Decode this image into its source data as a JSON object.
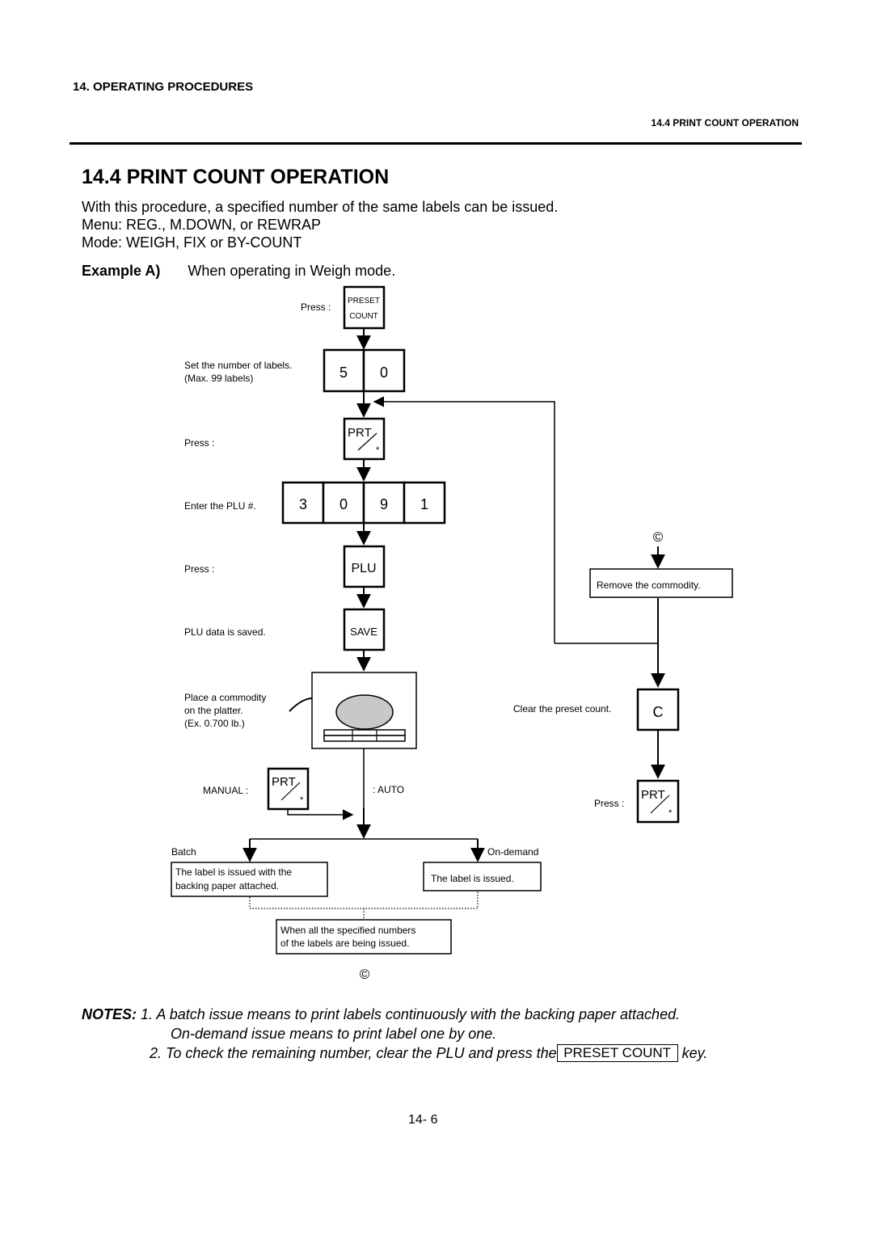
{
  "header": {
    "chapter": "14.  OPERATING PROCEDURES",
    "section_ref": "14.4 PRINT COUNT OPERATION"
  },
  "page_title": "14.4   PRINT COUNT OPERATION",
  "intro": {
    "line1": "With this procedure, a specified number of the same labels can be issued.",
    "line2": "Menu:  REG., M.DOWN, or REWRAP",
    "line3": "Mode:  WEIGH, FIX or BY-COUNT"
  },
  "example": {
    "label": "Example A)",
    "text": "When operating in Weigh mode."
  },
  "flow": {
    "step1_label": "Press :",
    "preset_key_top": "PRESET",
    "preset_key_bottom": "COUNT",
    "step2_label_1": "Set the number of labels.",
    "step2_label_2": "(Max. 99 labels)",
    "count_digits": [
      "5",
      "0"
    ],
    "step3_label": "Press :",
    "prt_key": "PRT",
    "prt_star": "*",
    "step4_label": "Enter the PLU #.",
    "plu_digits": [
      "3",
      "0",
      "9",
      "1"
    ],
    "step5_label": "Press :",
    "plu_key": "PLU",
    "step6_label": "PLU data is saved.",
    "save_key": "SAVE",
    "step7_label_1": "Place a commodity",
    "step7_label_2": "on the platter.",
    "step7_label_3": "(Ex. 0.700 lb.)",
    "manual_label": "MANUAL :",
    "auto_label": ": AUTO",
    "batch_label": "Batch",
    "ondemand_label": "On-demand",
    "batch_result_1": "The label is issued with the",
    "batch_result_2": "backing paper attached.",
    "ondemand_result": "The label is issued.",
    "finish_1": "When all the specified numbers",
    "finish_2": "of the labels are being issued.",
    "connector": "©",
    "remove_label": "Remove the commodity.",
    "clear_label": "Clear the preset count.",
    "c_key": "C",
    "press_label": "Press :"
  },
  "notes": {
    "label": "NOTES:",
    "note1_a": "1. A batch issue means to print labels continuously with the backing paper attached.",
    "note1_b": "On-demand issue means to print label one by one.",
    "note2_a": "2. To check the remaining number, clear the PLU and press the",
    "note2_key": "PRESET COUNT",
    "note2_b": "key."
  },
  "page_number": "14- 6"
}
